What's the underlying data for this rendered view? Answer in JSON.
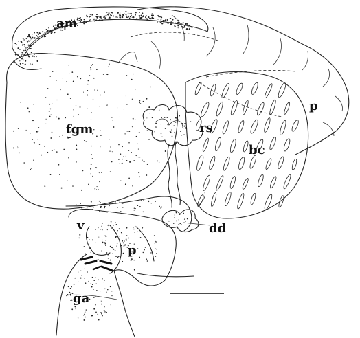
{
  "figure": {
    "labels": {
      "am": "am",
      "fgm": "fgm",
      "rs": "rs",
      "bc": "bc",
      "p_upper": "p",
      "dd": "dd",
      "v": "v",
      "p_lower": "p",
      "ga": "ga"
    },
    "ink_color": "#222222",
    "background_color": "#ffffff"
  }
}
